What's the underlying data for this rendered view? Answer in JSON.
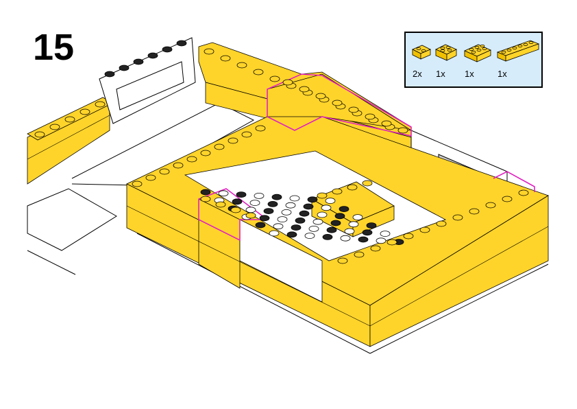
{
  "step_number": "15",
  "parts_list": [
    {
      "name": "brick-1x2",
      "qty": "2x",
      "color": "#ffd42a"
    },
    {
      "name": "brick-2x2",
      "qty": "1x",
      "color": "#ffd42a"
    },
    {
      "name": "brick-2x3",
      "qty": "1x",
      "color": "#ffd42a"
    },
    {
      "name": "brick-1x6",
      "qty": "1x",
      "color": "#ffd42a"
    }
  ],
  "colors": {
    "brick": "#ffd42a",
    "brick_dark": "#e8b800",
    "highlight": "#e020c0",
    "panel": "#d6ecfb"
  }
}
